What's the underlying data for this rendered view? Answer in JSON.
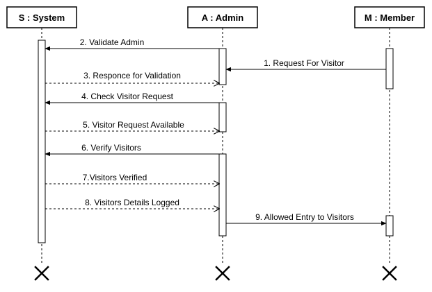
{
  "participants": [
    {
      "id": "S",
      "label": "S : System"
    },
    {
      "id": "A",
      "label": "A : Admin"
    },
    {
      "id": "M",
      "label": "M : Member"
    }
  ],
  "messages": [
    {
      "number": 1,
      "label": "1. Request For Visitor",
      "from": "M",
      "to": "A",
      "type": "sync"
    },
    {
      "number": 2,
      "label": "2. Validate Admin",
      "from": "A",
      "to": "S",
      "type": "sync"
    },
    {
      "number": 3,
      "label": "3. Responce for Validation",
      "from": "S",
      "to": "A",
      "type": "return"
    },
    {
      "number": 4,
      "label": "4. Check Visitor Request",
      "from": "A",
      "to": "S",
      "type": "sync"
    },
    {
      "number": 5,
      "label": "5. Visitor Request Available",
      "from": "S",
      "to": "A",
      "type": "return"
    },
    {
      "number": 6,
      "label": "6. Verify Visitors",
      "from": "A",
      "to": "S",
      "type": "sync"
    },
    {
      "number": 7,
      "label": "7.Visitors Verified",
      "from": "S",
      "to": "A",
      "type": "return"
    },
    {
      "number": 8,
      "label": "8. Visitors Details Logged",
      "from": "S",
      "to": "A",
      "type": "return"
    },
    {
      "number": 9,
      "label": "9. Allowed Entry to Visitors",
      "from": "A",
      "to": "M",
      "type": "sync"
    }
  ],
  "colors": {
    "line": "#000000",
    "background": "#ffffff"
  }
}
